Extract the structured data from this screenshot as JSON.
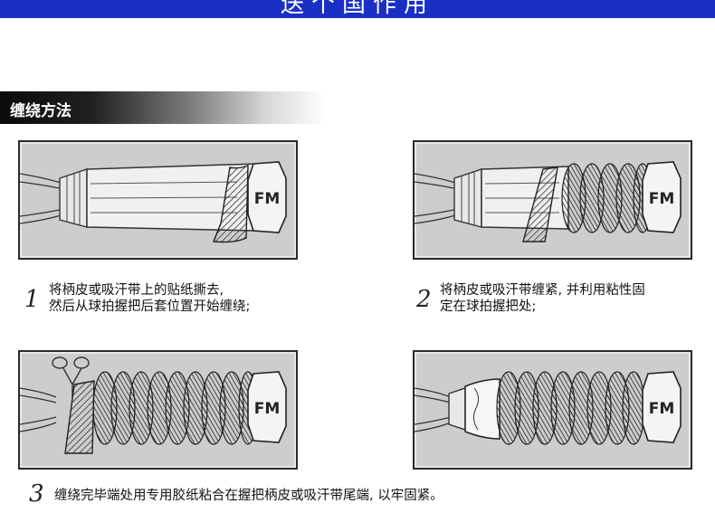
{
  "banner": {
    "title": "送个国作用"
  },
  "section": {
    "title": "缠绕方法"
  },
  "logo": {
    "text": "FM"
  },
  "steps": [
    {
      "number": "1",
      "lines": [
        "将柄皮或吸汗带上的贴纸撕去,",
        "然后从球拍握把后套位置开始缠绕;"
      ]
    },
    {
      "number": "2",
      "lines": [
        "将柄皮或吸汗带缠紧, 并利用粘性固",
        "定在球拍握把处;"
      ]
    },
    {
      "number": "3",
      "lines": [
        "缠绕完毕端处用专用胶纸粘合在握把柄皮或吸汗带尾端, 以牢固紧。"
      ]
    }
  ],
  "colors": {
    "banner": "#1a2fc4",
    "header_dark": "#0a0a0a",
    "panel_bg": "#cdcdcd",
    "wrap_dark": "#3a3a3a"
  }
}
